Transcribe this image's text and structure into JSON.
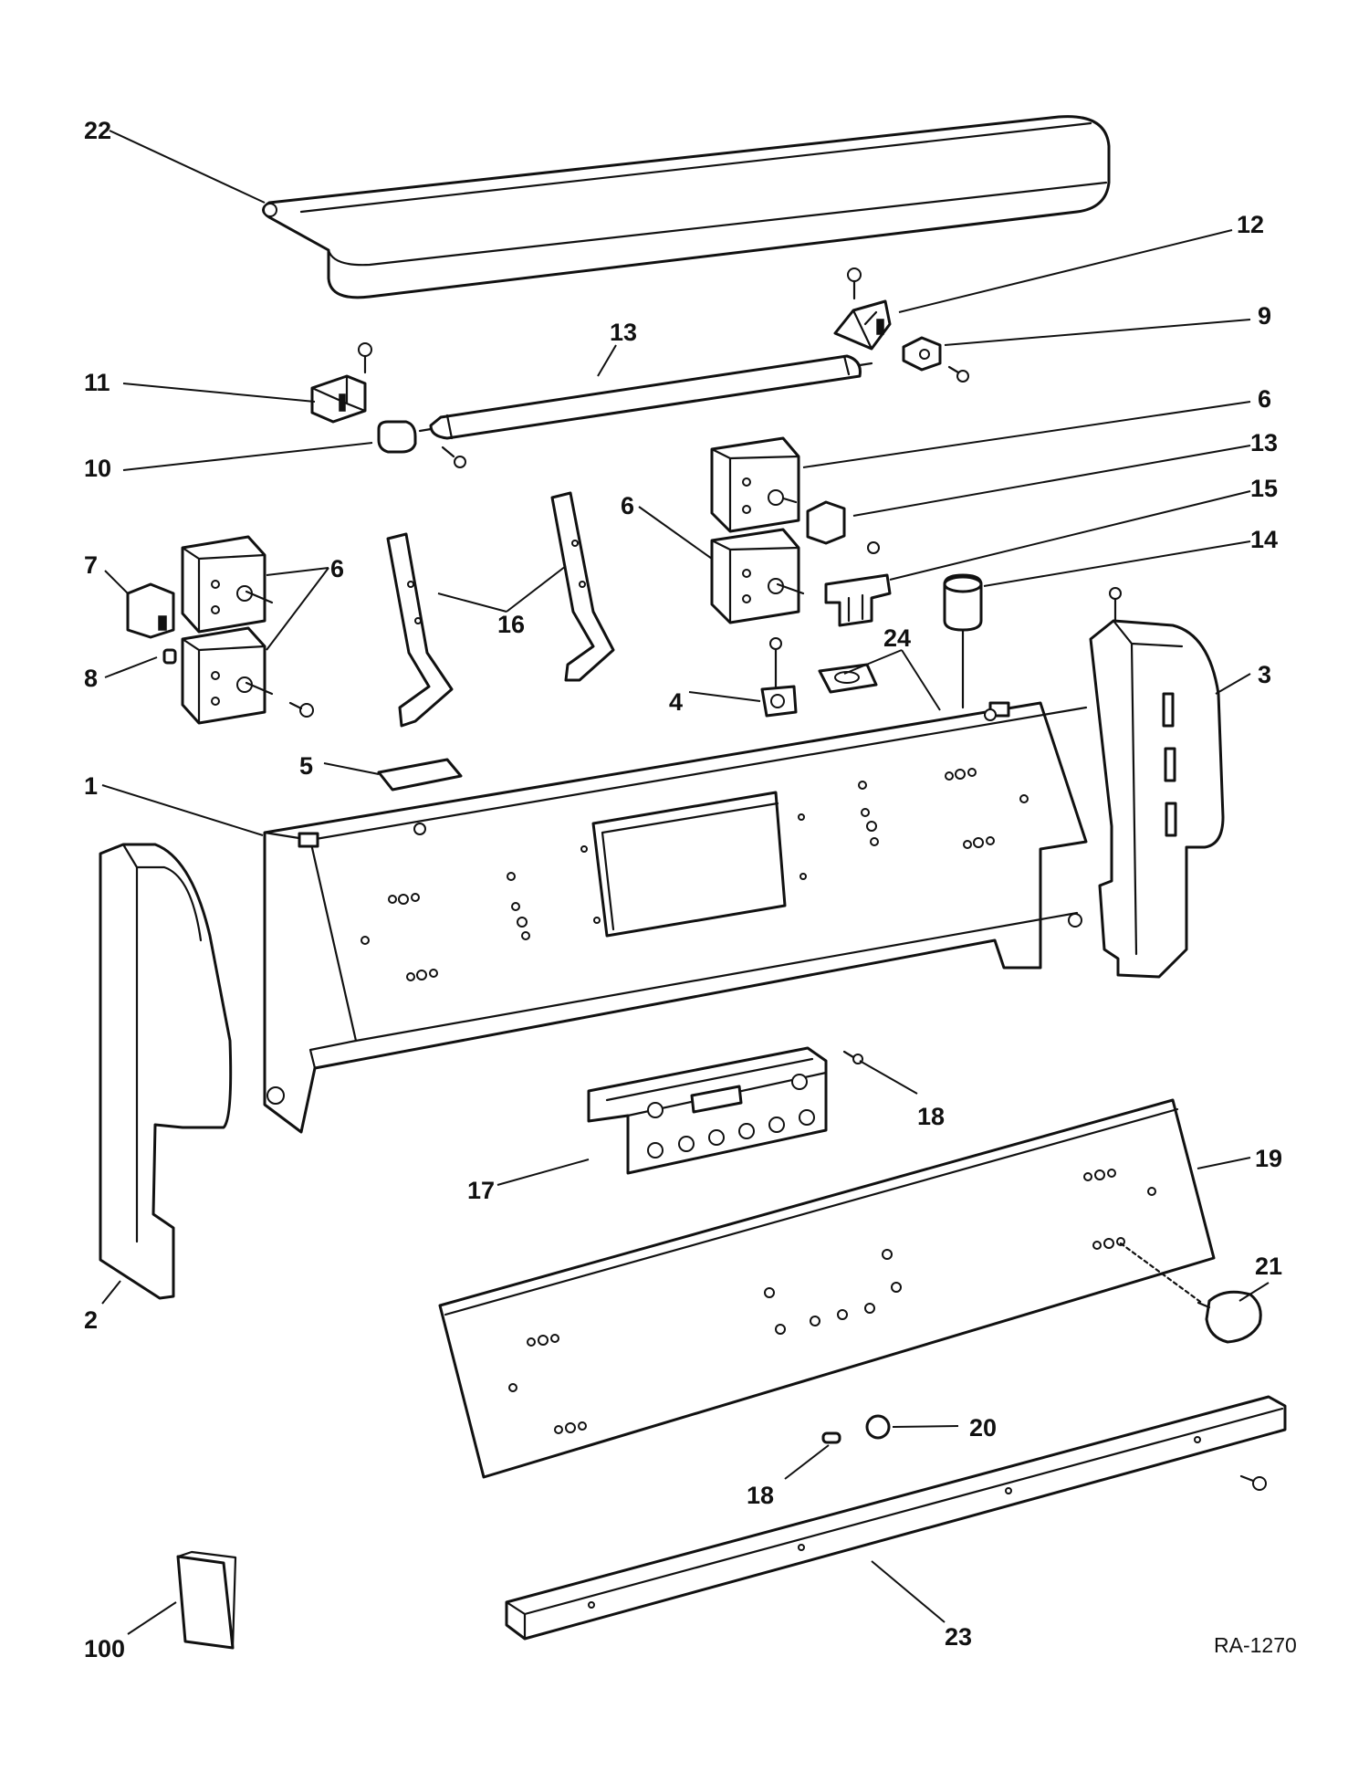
{
  "diagram": {
    "reference_code": "RA-1270",
    "callouts": [
      {
        "id": "c22",
        "label": "22"
      },
      {
        "id": "c12",
        "label": "12"
      },
      {
        "id": "c9",
        "label": "9"
      },
      {
        "id": "c13a",
        "label": "13"
      },
      {
        "id": "c11",
        "label": "11"
      },
      {
        "id": "c10",
        "label": "10"
      },
      {
        "id": "c6a",
        "label": "6"
      },
      {
        "id": "c13b",
        "label": "13"
      },
      {
        "id": "c15",
        "label": "15"
      },
      {
        "id": "c6b",
        "label": "6"
      },
      {
        "id": "c14",
        "label": "14"
      },
      {
        "id": "c7",
        "label": "7"
      },
      {
        "id": "c6c",
        "label": "6"
      },
      {
        "id": "c16",
        "label": "16"
      },
      {
        "id": "c24",
        "label": "24"
      },
      {
        "id": "c8",
        "label": "8"
      },
      {
        "id": "c4",
        "label": "4"
      },
      {
        "id": "c3",
        "label": "3"
      },
      {
        "id": "c5",
        "label": "5"
      },
      {
        "id": "c1",
        "label": "1"
      },
      {
        "id": "c18a",
        "label": "18"
      },
      {
        "id": "c19",
        "label": "19"
      },
      {
        "id": "c17",
        "label": "17"
      },
      {
        "id": "c21",
        "label": "21"
      },
      {
        "id": "c2",
        "label": "2"
      },
      {
        "id": "c20",
        "label": "20"
      },
      {
        "id": "c18b",
        "label": "18"
      },
      {
        "id": "c100",
        "label": "100"
      },
      {
        "id": "c23",
        "label": "23"
      }
    ]
  }
}
